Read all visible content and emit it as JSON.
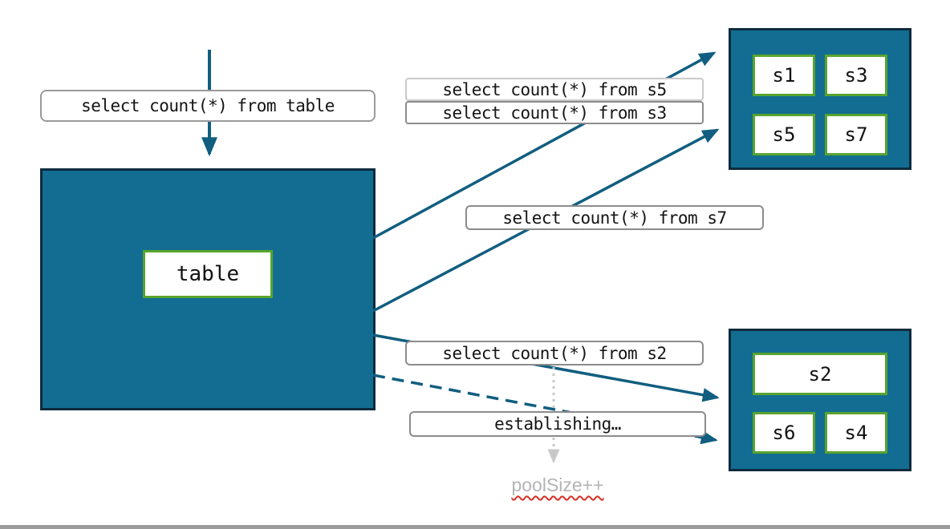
{
  "labels": {
    "query_table": "select count(*) from table",
    "query_s5": "select count(*) from s5",
    "query_s3": "select count(*) from s3",
    "query_s7": "select count(*) from s7",
    "query_s2": "select count(*) from s2",
    "establishing": "establishing…",
    "pool_note": "poolSize++"
  },
  "table": {
    "label": "table"
  },
  "shard_groups": {
    "top": [
      "s1",
      "s3",
      "s5",
      "s7"
    ],
    "bottom": [
      "s2",
      "s6",
      "s4"
    ]
  },
  "colors": {
    "teal_fill": "#136d92",
    "dark_border": "#0e2b3d",
    "arrow_teal": "#115e80",
    "green_border": "#58a42d",
    "gray_border": "#8c8c8c",
    "light_gray_arrow": "#c8c8c8",
    "pool_note_text": "#b4b4b4",
    "squiggle_red": "#d93025"
  }
}
